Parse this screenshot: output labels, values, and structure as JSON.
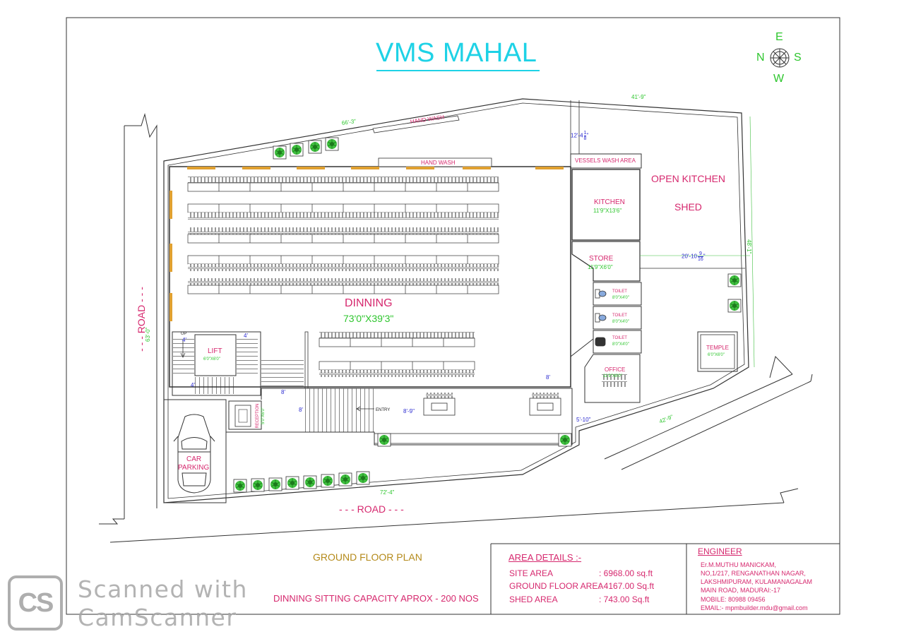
{
  "title": "VMS MAHAL",
  "compass": {
    "east": "E",
    "north": "N",
    "south": "S",
    "west": "W"
  },
  "roads": {
    "left": "- - - ROAD - - -",
    "bottom": "- - - ROAD - - -"
  },
  "rooms": {
    "dining": {
      "name": "DINNING",
      "size": "73'0\"X39'3\""
    },
    "kitchen": {
      "name": "KITCHEN",
      "size": "11'9\"X13'6\""
    },
    "open_kitchen": {
      "line1": "OPEN KITCHEN",
      "line2": "SHED"
    },
    "store": {
      "name": "STORE",
      "size": "11'9\"X6'0\""
    },
    "toilet1": {
      "name": "TOILET",
      "size": "8'0\"X4'0\""
    },
    "toilet2": {
      "name": "TOILET",
      "size": "8'0\"X4'0\""
    },
    "toilet3": {
      "name": "TOILET",
      "size": "8'0\"X4'0\""
    },
    "office": {
      "name": "OFFICE",
      "size": "11'9\"X8'0\""
    },
    "temple": {
      "name": "TEMPLE",
      "size": "6'0\"X6'0\""
    },
    "lift": {
      "name": "LIFT",
      "size": "6'0\"X6'0\""
    },
    "reception": {
      "name": "RECEPTION",
      "size": "5'0\"X6'0\""
    },
    "car_parking": {
      "line1": "CAR",
      "line2": "PARKING"
    }
  },
  "labels": {
    "hand_wash_top": "HAND WASH",
    "hand_wash_inner": "HAND WASH",
    "vessels_wash": "VESSELS WASH AREA",
    "up": "UP",
    "entry": "ENTRY"
  },
  "dimensions": {
    "d1": "66'-3\"",
    "d2": "41'-9\"",
    "d3": "12'-4",
    "d3_frac_n": "1",
    "d3_frac_d": "8",
    "d3_tail": "\"",
    "d4": "48'-1\"",
    "d5": "20'-10",
    "d5_frac_n": "9",
    "d5_frac_d": "16",
    "d5_tail": "\"",
    "d6": "42'-9\"",
    "d7": "72'-4\"",
    "d8": "63'-0\"",
    "d9": "4'",
    "d10": "4'",
    "d11": "4'",
    "d12": "8'",
    "d13": "8'",
    "d14": "8'-9\"",
    "d15": "8'",
    "d16": "5'-10\""
  },
  "footer": {
    "plan_title": "GROUND FLOOR PLAN",
    "capacity": "DINNING SITTING  CAPACITY APROX -  200 NOS",
    "area_heading": "AREA DETAILS :-",
    "areas": [
      {
        "label": "SITE AREA",
        "value": ":   6968.00 sq.ft"
      },
      {
        "label": "GROUND FLOOR AREA",
        "value": ": 4167.00 Sq.ft"
      },
      {
        "label": "SHED AREA",
        "value": ":    743.00 Sq.ft"
      }
    ],
    "engineer_heading": "ENGINEER",
    "engineer_lines": [
      "Er.M.MUTHU MANICKAM,",
      "NO,1/217, RENGANATHAN NAGAR,",
      "LAKSHMIPURAM, KULAMANAGALAM",
      "MAIN ROAD, MADURAI:-17",
      "MOBILE: 80988 09456",
      "EMAIL:- mpmbuilder.mdu@gmail.com"
    ]
  },
  "watermark": {
    "logo": "CS",
    "line1": "Scanned  with",
    "line2": "CamScanner"
  },
  "colors": {
    "title": "#1ed2e6",
    "labels": "#d6286e",
    "dims": "#2ec62e",
    "dims_alt": "#2a2ad0",
    "footer_title": "#b48a1a",
    "lines": "#2a2a2a"
  }
}
